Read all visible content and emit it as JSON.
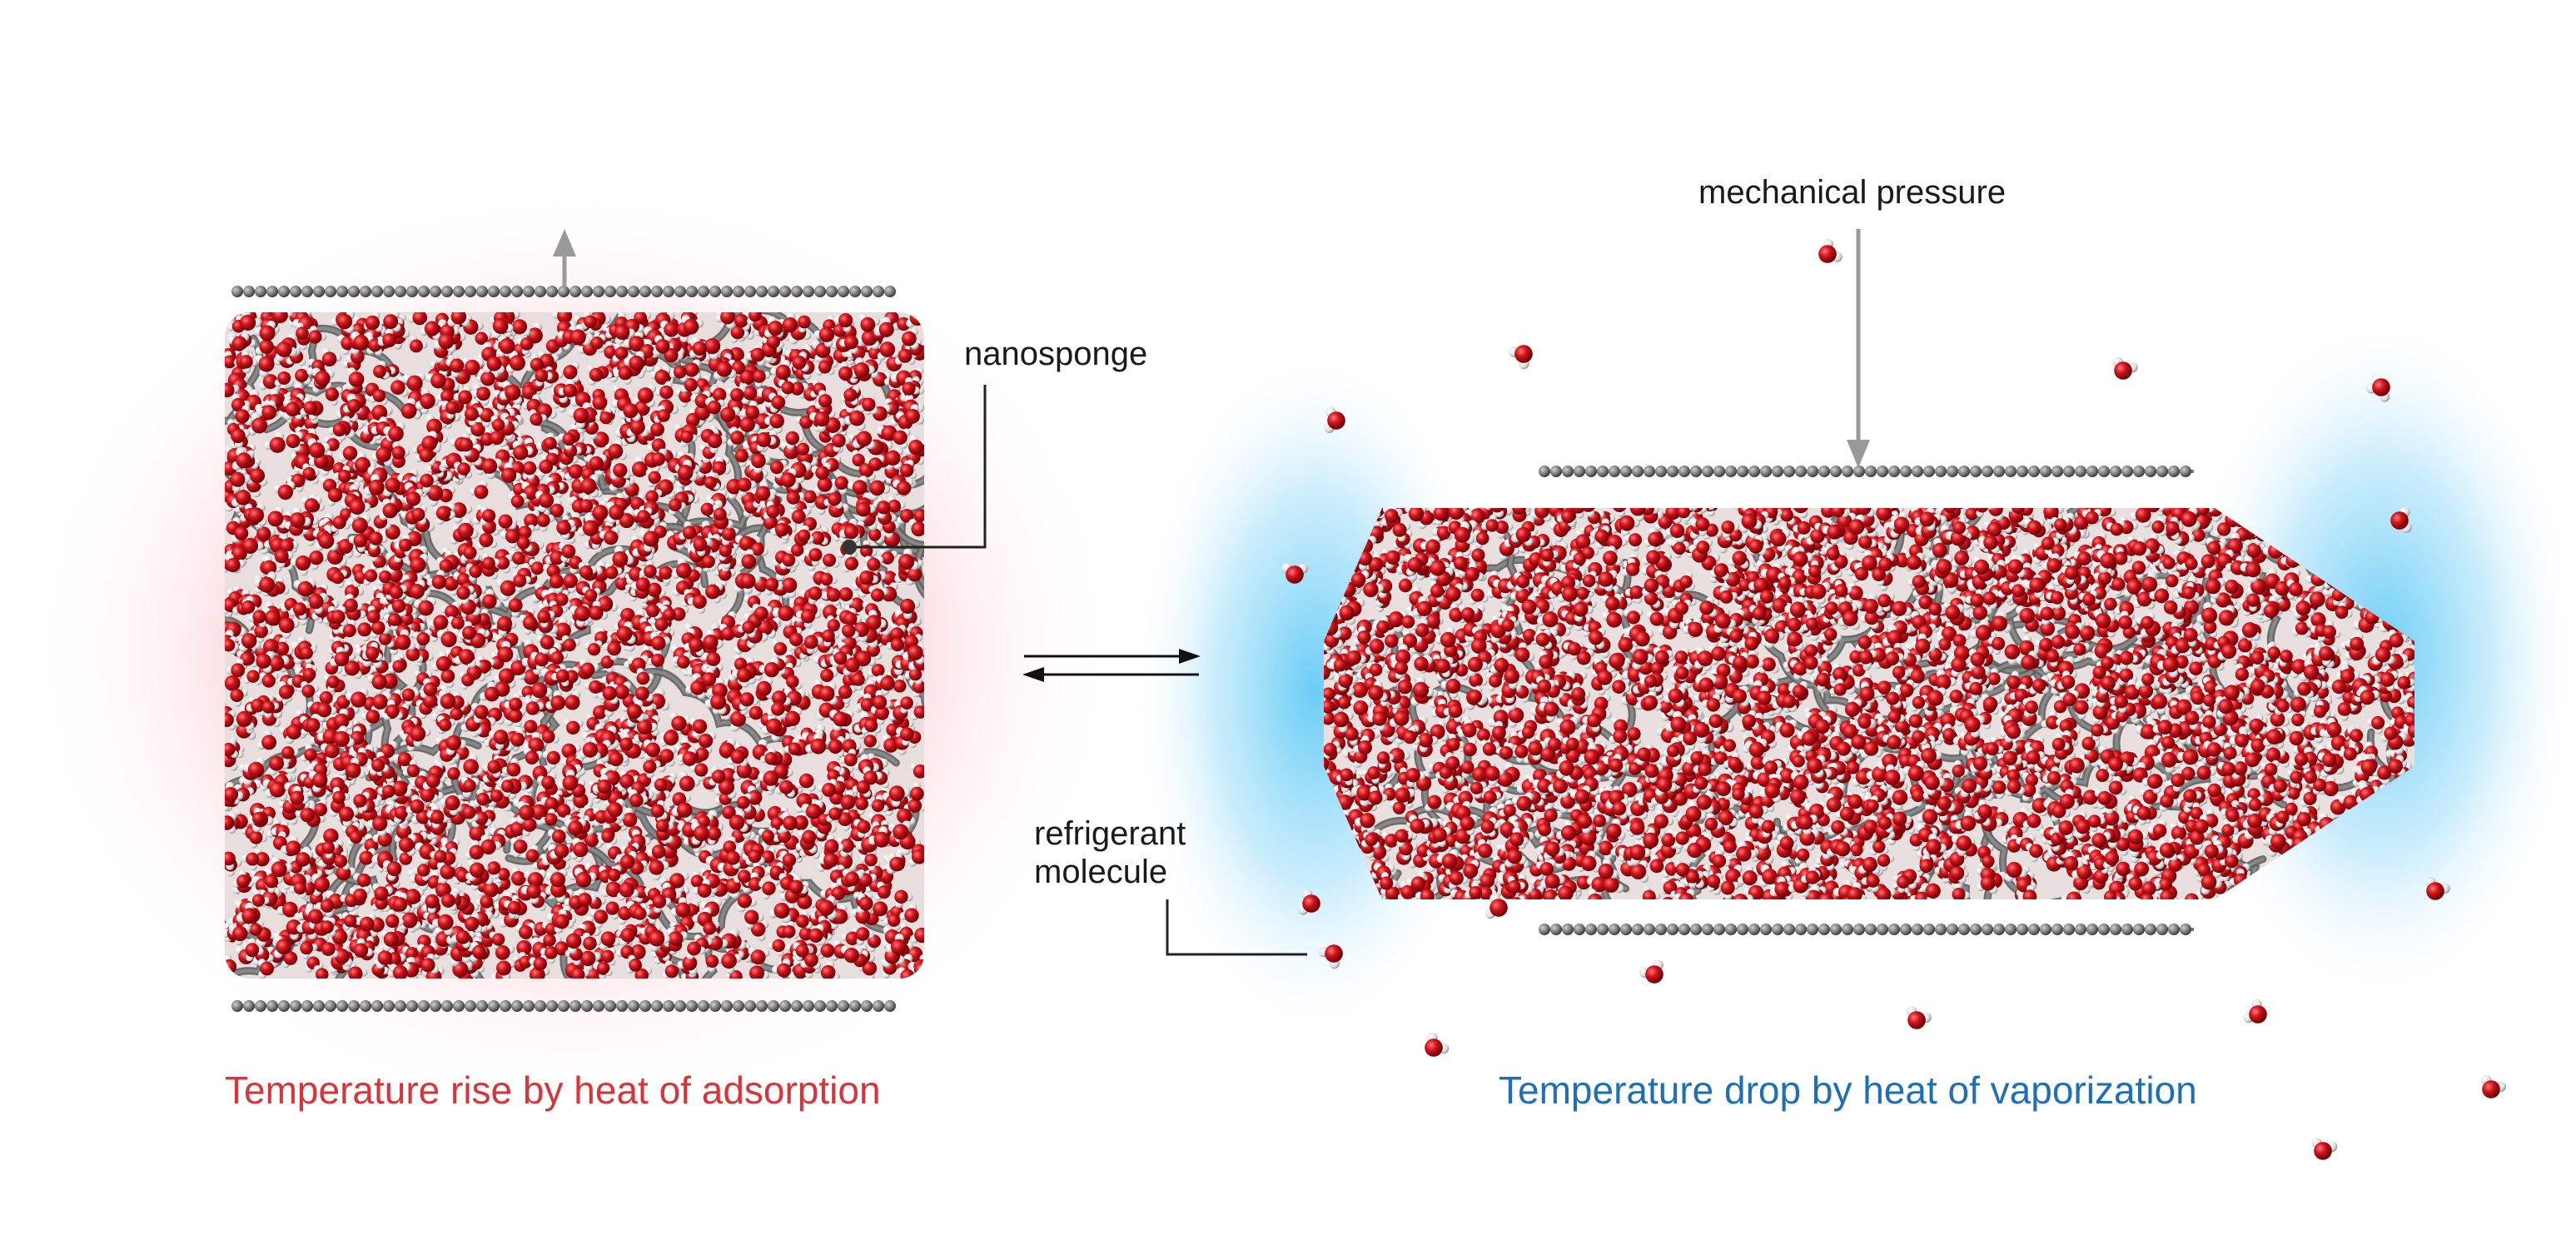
{
  "labels": {
    "mechanical_pressure": "mechanical pressure",
    "nanosponge": "nanosponge",
    "refrigerant_line1": "refrigerant",
    "refrigerant_line2": "molecule"
  },
  "captions": {
    "left": "Temperature rise by heat of adsorption",
    "right": "Temperature drop by heat of vaporization"
  },
  "colors": {
    "caption_left": "#d9343a",
    "caption_right": "#1d6fb8",
    "glow_warm": "#f7a3ad",
    "glow_cool": "#5cc8f5",
    "oxygen": "#c8101a",
    "hydrogen": "#e8e8e8",
    "framework": "#6a6a6a",
    "plate": "#8a8a8a",
    "arrow": "#9a9a9a"
  },
  "icons": {
    "up_arrow": "arrow-up-icon",
    "down_arrow": "arrow-down-icon",
    "equilibrium": "equilibrium-arrows-icon"
  }
}
